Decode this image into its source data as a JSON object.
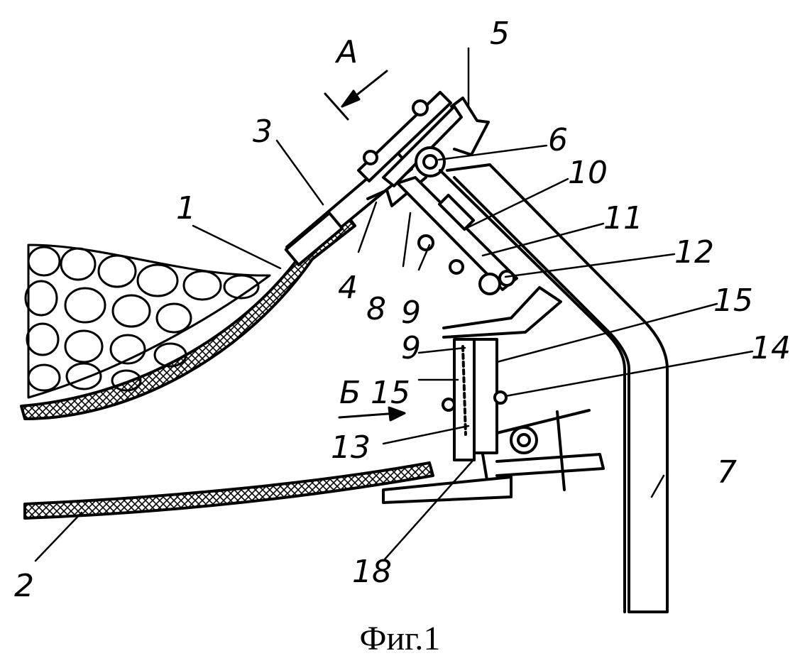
{
  "figure": {
    "caption": "Фиг.1",
    "view_labels": {
      "a": "А",
      "b": "Б"
    },
    "part_labels": [
      "1",
      "2",
      "3",
      "4",
      "5",
      "6",
      "7",
      "8",
      "9",
      "10",
      "11",
      "12",
      "13",
      "14",
      "15",
      "15",
      "18"
    ]
  }
}
